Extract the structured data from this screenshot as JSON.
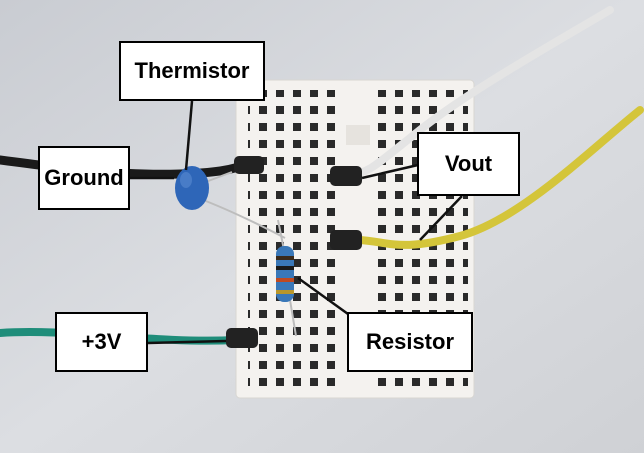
{
  "labels": {
    "thermistor": "Thermistor",
    "ground": "Ground",
    "vout": "Vout",
    "plus3v": "+3V",
    "resistor": "Resistor"
  },
  "colors": {
    "wall": "#d6d8dc",
    "breadboard": "#f4f2ef",
    "hole": "#2a2a2a",
    "ground_wire": "#1a1a1a",
    "power_wire": "#1f8d7a",
    "white_wire": "#dcdcdc",
    "yellow_wire": "#d4c53a",
    "thermistor": "#2e66b8",
    "resistor": "#3a78b8"
  }
}
